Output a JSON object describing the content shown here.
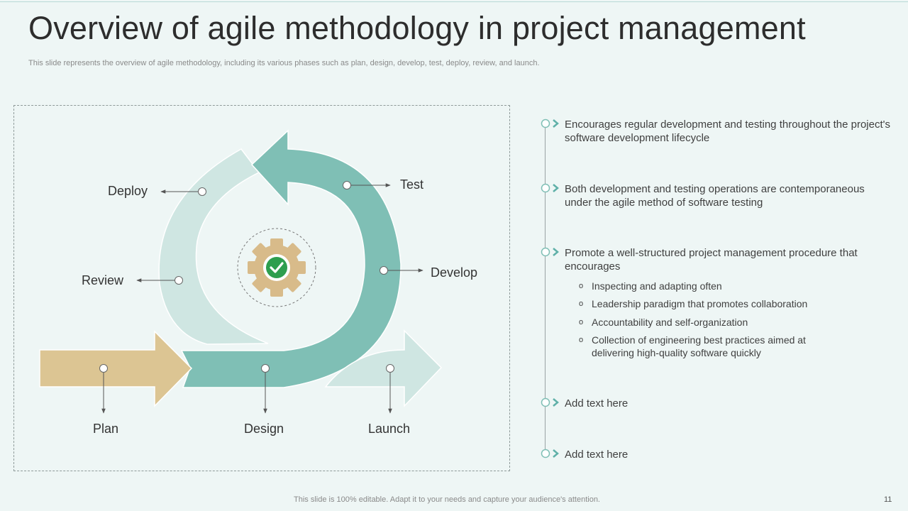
{
  "slide": {
    "title": "Overview of agile methodology in project management",
    "subtitle": "This slide represents the overview of agile methodology, including its various phases such as plan, design, develop, test, deploy, review, and launch.",
    "footer": "This slide is 100% editable. Adapt it to your needs and capture your audience's attention.",
    "page_number": "11"
  },
  "colors": {
    "background": "#eef6f5",
    "teal": "#7fbfb5",
    "light_teal": "#cfe6e2",
    "tan": "#dcc593",
    "gear": "#d8bb8a",
    "check_green": "#2e9e4e"
  },
  "diagram": {
    "phases": {
      "deploy": "Deploy",
      "test": "Test",
      "review": "Review",
      "develop": "Develop",
      "plan": "Plan",
      "design": "Design",
      "launch": "Launch"
    },
    "center_icon": "gear-check-icon"
  },
  "points": [
    {
      "text": "Encourages regular development and testing throughout the project's software development lifecycle"
    },
    {
      "text": "Both development and testing operations are contemporaneous under the agile method of   software testing"
    },
    {
      "text": "Promote a well-structured  project management procedure that encourages",
      "subpoints": [
        "Inspecting and adapting often",
        "Leadership paradigm that promotes collaboration",
        "Accountability and self-organization",
        "Collection of engineering best practices aimed at delivering high-quality software quickly"
      ]
    },
    {
      "text": "Add text here"
    },
    {
      "text": "Add text here"
    }
  ]
}
